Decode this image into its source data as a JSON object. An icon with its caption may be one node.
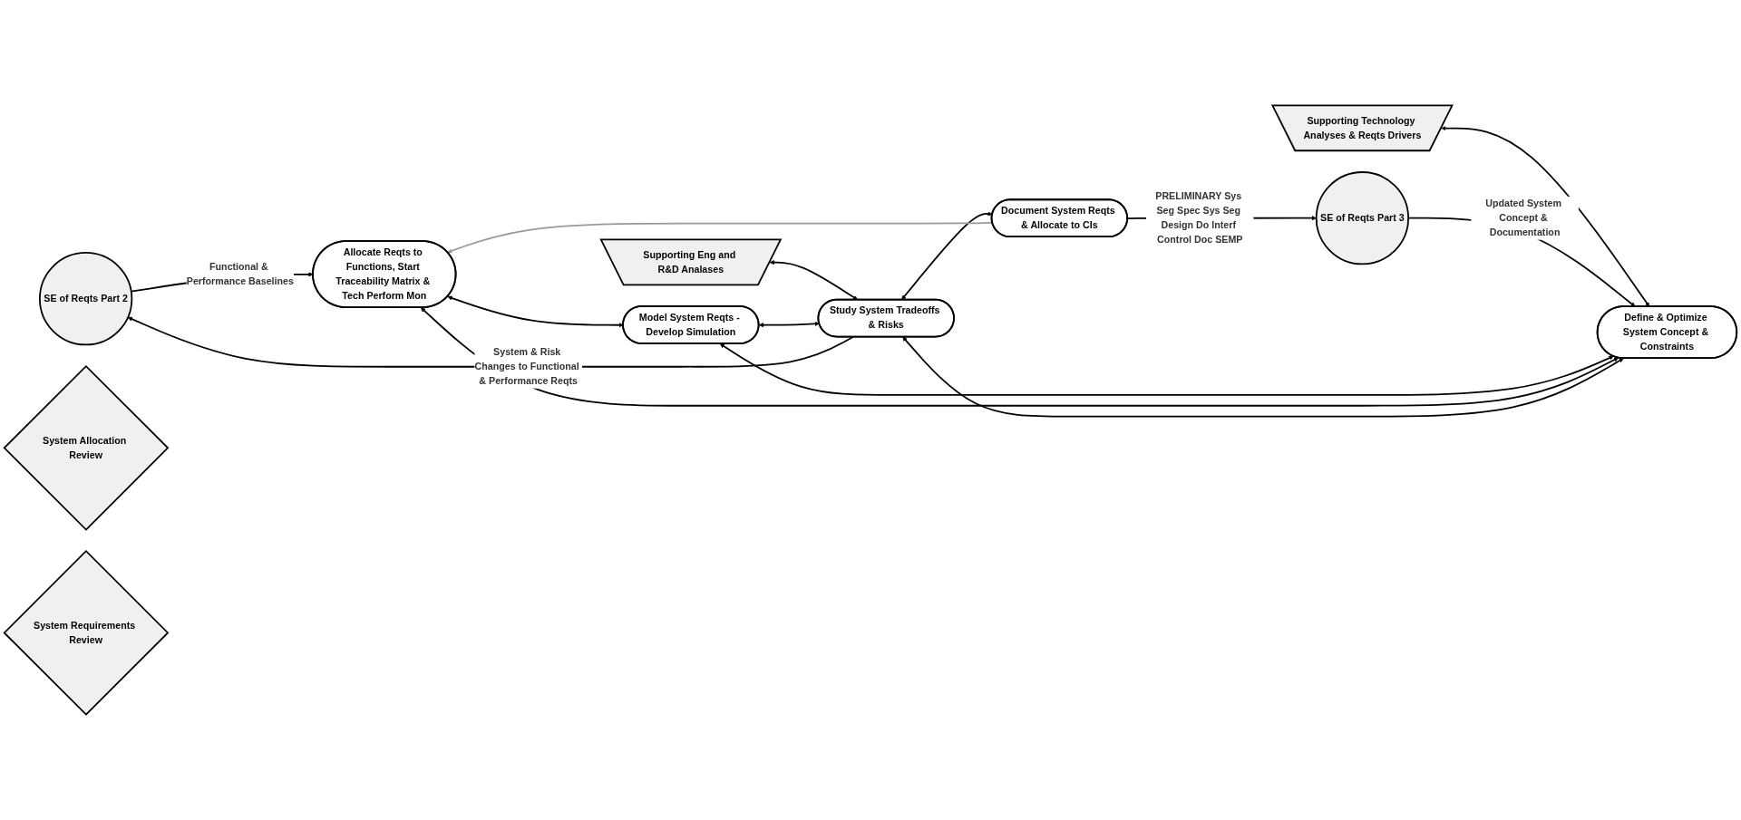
{
  "diagram": {
    "nodes": [
      {
        "text": [
          "SE of Reqts Part 2"
        ]
      },
      {
        "text": [
          "Supporting Technology Analyses & Reqts Drivers"
        ]
      },
      {
        "text": [
          "Supporting Eng and R&D Analases"
        ]
      },
      {
        "text": [
          "SE of Reqts Part 3"
        ]
      },
      {
        "text": [
          "Model System Reqts - Develop Simulation"
        ]
      },
      {
        "text": [
          "Study System Tradeoffs & Risks"
        ]
      },
      {
        "text": [
          "Allocate Reqts to Functions, Start Traceability Matrix & Tech Perform Mon"
        ]
      },
      {
        "text": [
          "Define & Optimize System Concept & Constraints"
        ]
      },
      {
        "text": [
          "Document System Reqts & Allocate to CIs"
        ]
      },
      {
        "text": [
          "System Allocation Review"
        ]
      },
      {
        "text": [
          "System Requirements Review"
        ]
      }
    ],
    "edges": [
      {
        "from": 5,
        "to": 0,
        "arrow": "to",
        "label": "System & Risk Changes to Functional & Performance Reqts"
      },
      {
        "from": 0,
        "to": 6,
        "arrow": "to",
        "label": "Functional & Performance Baselines"
      },
      {
        "from": 1,
        "to": 7,
        "arrow": "both"
      },
      {
        "from": 2,
        "to": 5,
        "arrow": "both"
      },
      {
        "from": 3,
        "to": 7,
        "arrow": "to",
        "label": "Updated System Concept & Documentation"
      },
      {
        "from": 8,
        "to": 3,
        "arrow": "to",
        "label": "PRELIMINARY Sys Seg Spec Sys Seg Design Do Interf Control Doc SEMP"
      },
      {
        "from": 4,
        "to": 5,
        "arrow": "both"
      },
      {
        "from": 4,
        "to": 7,
        "arrow": "both"
      },
      {
        "from": 6,
        "to": 4,
        "arrow": "both"
      },
      {
        "from": 6,
        "to": 7,
        "arrow": "both"
      },
      {
        "from": 7,
        "to": 5,
        "arrow": "both"
      },
      {
        "from": 5,
        "to": 8,
        "arrow": "both"
      },
      {
        "from": 8,
        "to": 6,
        "arrow": "to",
        "color": "#999999"
      }
    ]
  }
}
